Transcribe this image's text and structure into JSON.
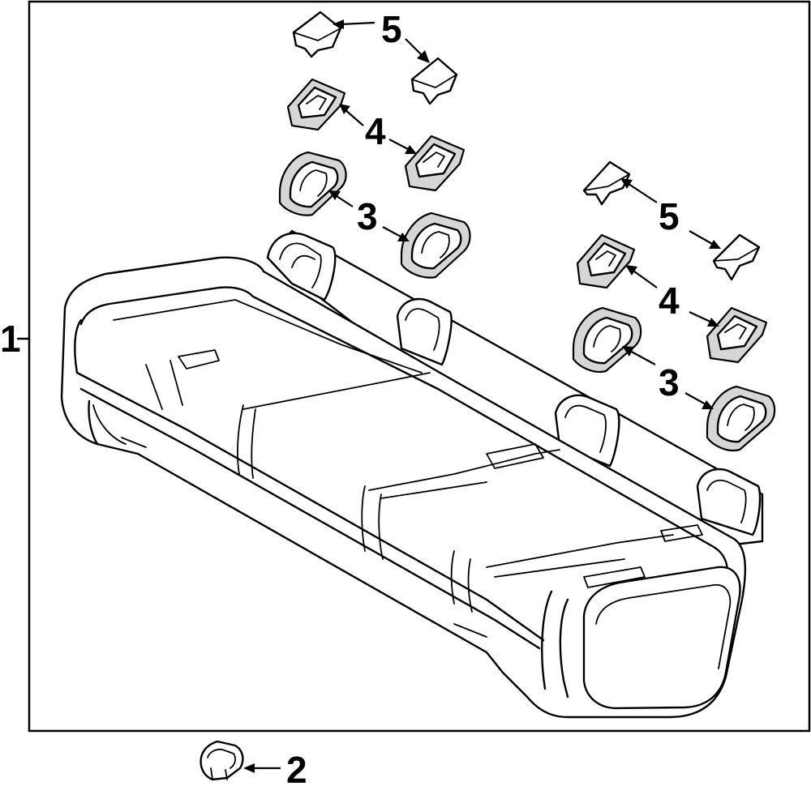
{
  "callouts": {
    "c1": "1",
    "c2": "2",
    "c3_left": "3",
    "c4_left": "4",
    "c5_left": "5",
    "c3_right": "3",
    "c4_right": "4",
    "c5_right": "5"
  },
  "colors": {
    "line": "#000000",
    "background": "#ffffff",
    "fill": "#d6d6d6"
  },
  "icons": [
    "seat-cushion-icon",
    "latch-cover-icon",
    "latch-bezel-icon",
    "latch-trim-icon",
    "clip-icon"
  ]
}
